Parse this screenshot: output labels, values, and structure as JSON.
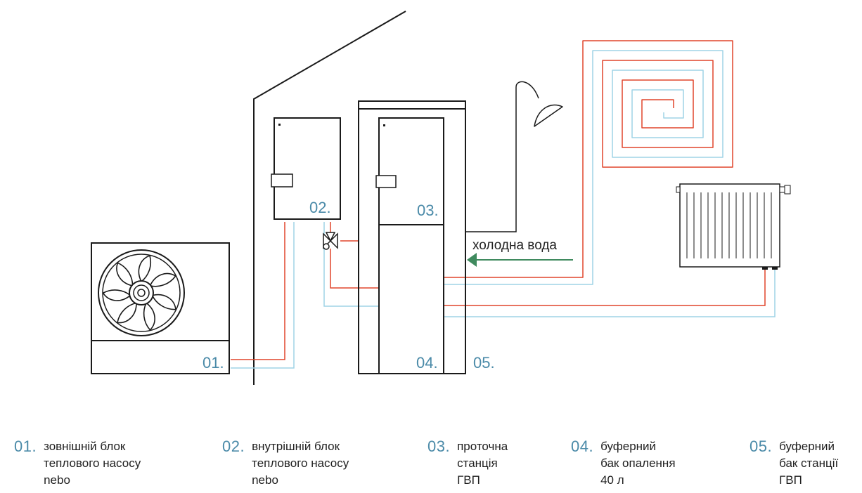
{
  "labels": {
    "unit1": "01.",
    "unit2": "02.",
    "unit3": "03.",
    "unit4": "04.",
    "unit5": "05.",
    "cold_water": "холодна вода"
  },
  "legend": [
    {
      "num": "01.",
      "text": "зовнішній блок\nтеплового насосу\nnebo"
    },
    {
      "num": "02.",
      "text": "внутрішній блок\nтеплового насосу\nnebo"
    },
    {
      "num": "03.",
      "text": "проточна\nстанція\nГВП"
    },
    {
      "num": "04.",
      "text": "буферний\nбак опалення\n40 л"
    },
    {
      "num": "05.",
      "text": "буферний\nбак станції\nГВП"
    }
  ],
  "colors": {
    "hot_pipe": "#e0452b",
    "cold_pipe": "#9fd3e6",
    "outline": "#1a1a1a",
    "accent_number": "#4a8aa8",
    "arrow": "#3f8a5e"
  }
}
